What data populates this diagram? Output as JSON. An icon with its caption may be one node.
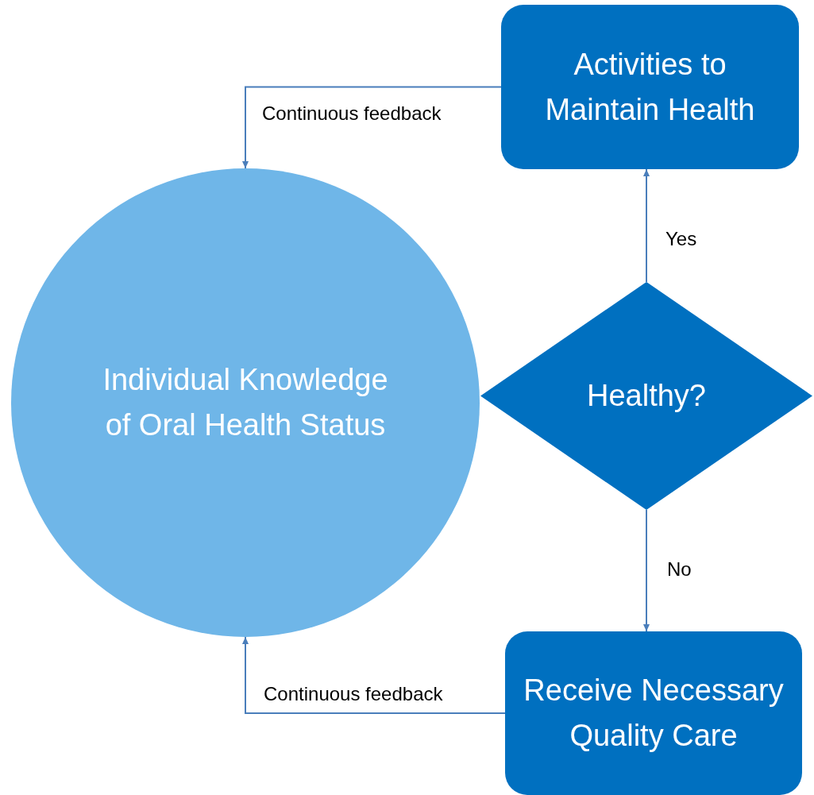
{
  "diagram": {
    "nodes": [
      {
        "text": [
          "Activities to Maintain Health"
        ]
      },
      {
        "text": [
          "Individual Knowledge of Oral Health Status"
        ]
      },
      {
        "text": [
          "Healthy?"
        ]
      },
      {
        "text": [
          "Receive Necessary Quality Care"
        ]
      }
    ],
    "edges": [
      {
        "from": 0,
        "to": 1,
        "arrow": "to",
        "label": "Continuous feedback"
      },
      {
        "from": 2,
        "to": 0,
        "arrow": "to",
        "label": "Yes"
      },
      {
        "from": 2,
        "to": 3,
        "arrow": "to",
        "label": "No"
      },
      {
        "from": 3,
        "to": 1,
        "arrow": "to",
        "label": "Continuous feedback"
      }
    ]
  }
}
